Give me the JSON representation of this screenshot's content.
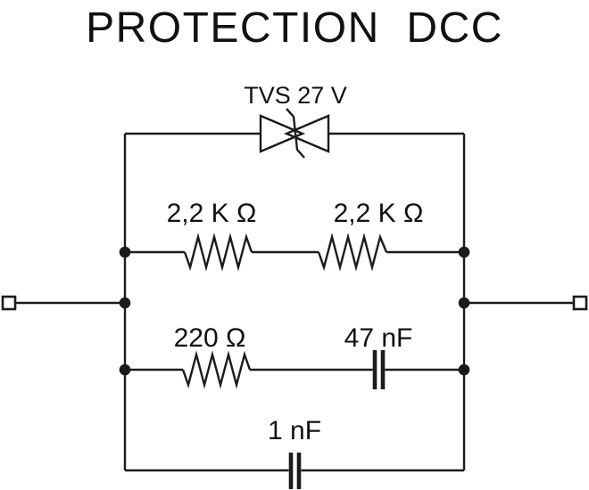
{
  "title": "PROTECTION  DCC",
  "labels": {
    "tvs": "TVS 27 V",
    "r1": "2,2 K Ω",
    "r2": "2,2 K Ω",
    "r3": "220 Ω",
    "c1": "47 nF",
    "c2": "1 nF"
  },
  "components": [
    {
      "id": "tvs",
      "type": "bidirectional-tvs-diode",
      "value": "TVS 27 V",
      "branch": "top"
    },
    {
      "id": "r1",
      "type": "resistor",
      "value": "2,2 K Ω",
      "branch": "upper-middle"
    },
    {
      "id": "r2",
      "type": "resistor",
      "value": "2,2 K Ω",
      "branch": "upper-middle"
    },
    {
      "id": "r3",
      "type": "resistor",
      "value": "220 Ω",
      "branch": "lower-middle"
    },
    {
      "id": "c1",
      "type": "capacitor",
      "value": "47 nF",
      "branch": "lower-middle"
    },
    {
      "id": "c2",
      "type": "capacitor",
      "value": "1 nF",
      "branch": "bottom"
    }
  ],
  "terminals": [
    {
      "id": "left-terminal",
      "side": "left"
    },
    {
      "id": "right-terminal",
      "side": "right"
    }
  ],
  "colors": {
    "line": "#1b1b1b",
    "text": "#111111",
    "background": "#ffffff"
  }
}
